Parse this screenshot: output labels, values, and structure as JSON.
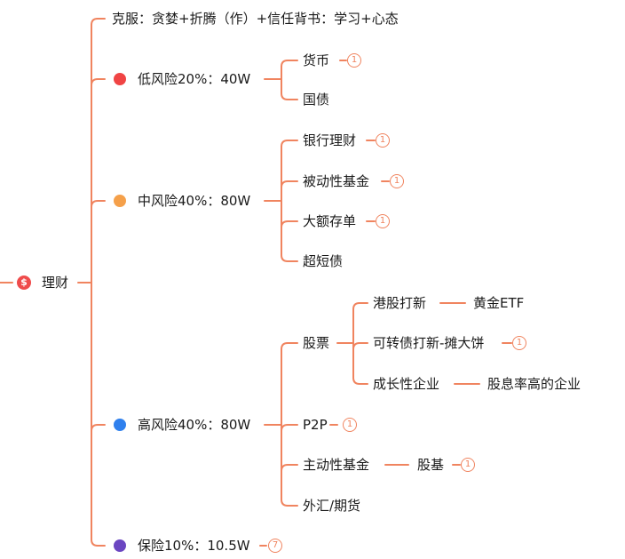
{
  "root": {
    "label": "理财",
    "icon": "dollar-icon"
  },
  "top_note": "克服：贪婪+折腾（作）+信任背书：学习+心态",
  "low": {
    "label": "低风险20%：40W",
    "color": "#f04444",
    "items": [
      {
        "label": "货币",
        "badge": "1"
      },
      {
        "label": "国债"
      }
    ]
  },
  "mid": {
    "label": "中风险40%：80W",
    "color": "#f5a04a",
    "items": [
      {
        "label": "银行理财",
        "badge": "1"
      },
      {
        "label": "被动性基金",
        "badge": "1"
      },
      {
        "label": "大额存单",
        "badge": "1"
      },
      {
        "label": "超短债"
      }
    ]
  },
  "high": {
    "label": "高风险40%：80W",
    "color": "#2f80ed",
    "stock": {
      "label": "股票",
      "hk": {
        "label": "港股打新",
        "child": "黄金ETF"
      },
      "cb": {
        "label": "可转债打新-摊大饼",
        "badge": "1"
      },
      "growth": {
        "label": "成长性企业",
        "child": "股息率高的企业"
      }
    },
    "p2p": {
      "label": "P2P",
      "badge": "1"
    },
    "active": {
      "label": "主动性基金",
      "child": "股基",
      "badge": "1"
    },
    "fx": {
      "label": "外汇/期货"
    }
  },
  "insurance": {
    "label": "保险10%：10.5W",
    "color": "#6b46c1",
    "badge": "7"
  },
  "colors": {
    "line": "#f0845f"
  }
}
